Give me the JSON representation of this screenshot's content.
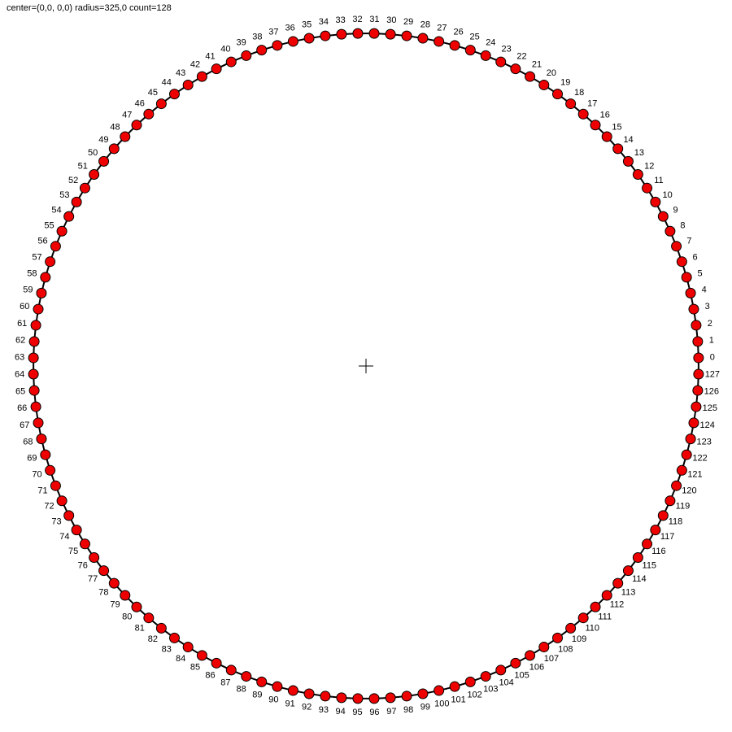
{
  "info_text": "center=(0,0, 0,0) radius=325,0 count=128",
  "ring": {
    "count": 128,
    "radius": 325.0,
    "center": [
      0.0,
      0.0
    ],
    "node_labels": [
      "0",
      "1",
      "2",
      "3",
      "4",
      "5",
      "6",
      "7",
      "8",
      "9",
      "10",
      "11",
      "12",
      "13",
      "14",
      "15",
      "16",
      "17",
      "18",
      "19",
      "20",
      "21",
      "22",
      "23",
      "24",
      "25",
      "26",
      "27",
      "28",
      "29",
      "30",
      "31",
      "32",
      "33",
      "34",
      "35",
      "36",
      "37",
      "38",
      "39",
      "40",
      "41",
      "42",
      "43",
      "44",
      "45",
      "46",
      "47",
      "48",
      "49",
      "50",
      "51",
      "52",
      "53",
      "54",
      "55",
      "56",
      "57",
      "58",
      "59",
      "60",
      "61",
      "62",
      "63",
      "64",
      "65",
      "66",
      "67",
      "68",
      "69",
      "70",
      "71",
      "72",
      "73",
      "74",
      "75",
      "76",
      "77",
      "78",
      "79",
      "80",
      "81",
      "82",
      "83",
      "84",
      "85",
      "86",
      "87",
      "88",
      "89",
      "90",
      "91",
      "92",
      "93",
      "94",
      "95",
      "96",
      "97",
      "98",
      "99",
      "100",
      "101",
      "102",
      "103",
      "104",
      "105",
      "106",
      "107",
      "108",
      "109",
      "110",
      "111",
      "112",
      "113",
      "114",
      "115",
      "116",
      "117",
      "118",
      "119",
      "120",
      "121",
      "122",
      "123",
      "124",
      "125",
      "126",
      "127"
    ]
  },
  "colors": {
    "node_fill": "#ee0000",
    "node_stroke": "#000000",
    "edge": "#000000",
    "center_mark": "#000000",
    "background": "#ffffff"
  }
}
